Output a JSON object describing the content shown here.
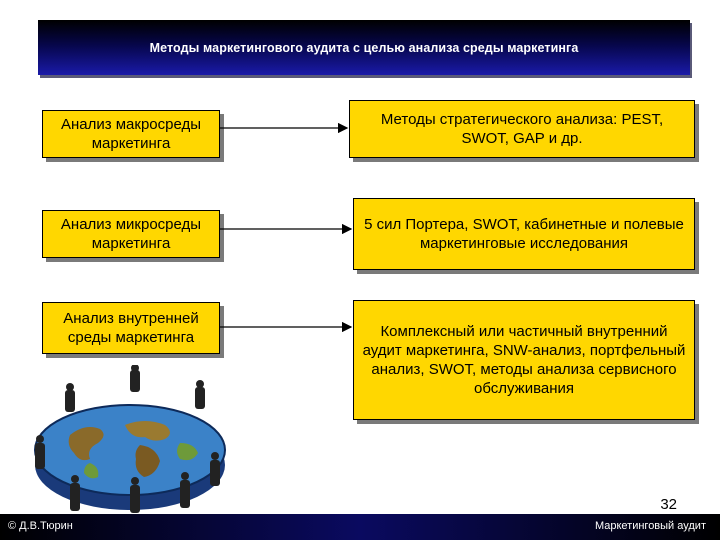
{
  "title": "Методы маркетингового аудита с целью анализа среды маркетинга",
  "left_boxes": [
    "Анализ макросреды маркетинга",
    "Анализ микросреды маркетинга",
    "Анализ внутренней среды маркетинга"
  ],
  "right_boxes": [
    "Методы стратегического анализа: PEST, SWOT, GAP и др.",
    "5 сил Портера, SWOT, кабинетные и полевые маркетинговые исследования",
    "Комплексный или частичный внутренний аудит маркетинга, SNW-анализ, портфельный анализ, SWOT, методы анализа сервисного обслуживания"
  ],
  "page_number": "32",
  "footer": {
    "left": "© Д.В.Тюрин",
    "right": "Маркетинговый аудит"
  },
  "colors": {
    "box_fill": "#ffd700",
    "title_bar": "#0a0a7a",
    "footer": "#000030"
  },
  "illustration": "globe-with-people"
}
